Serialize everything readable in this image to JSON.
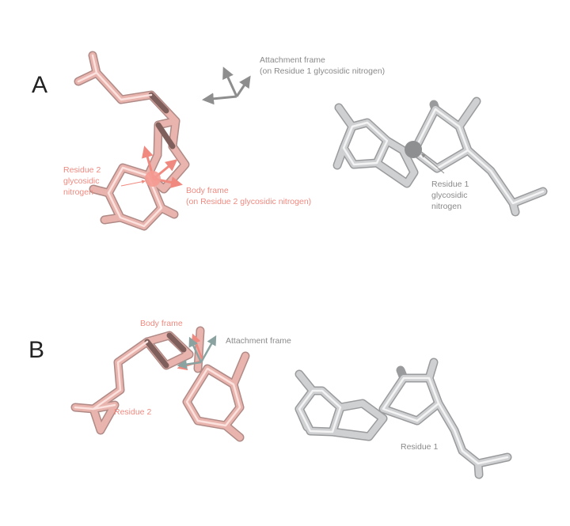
{
  "panels": {
    "a": {
      "letter": "A",
      "attachment_frame": {
        "line1": "Attachment frame",
        "line2": "(on Residue 1 glycosidic nitrogen)"
      },
      "residue2_nitrogen": {
        "line1": "Residue 2",
        "line2": "glycosidic",
        "line3": "nitrogen"
      },
      "body_frame": {
        "line1": "Body frame",
        "line2": "(on Residue 2 glycosidic nitrogen)"
      },
      "residue1_nitrogen": {
        "line1": "Residue 1",
        "line2": "glycosidic",
        "line3": "nitrogen"
      }
    },
    "b": {
      "letter": "B",
      "body_frame": "Body frame",
      "attachment_frame": "Attachment frame",
      "residue2": "Residue 2",
      "residue1": "Residue 1"
    }
  },
  "colors": {
    "residue1": "#cfd0d2",
    "residue2": "#e8b4ad",
    "label_gray": "#8a8a8a",
    "label_pink": "#f08a80",
    "frame_gray": "#8e8e8e",
    "frame_pink": "#f08a80"
  }
}
